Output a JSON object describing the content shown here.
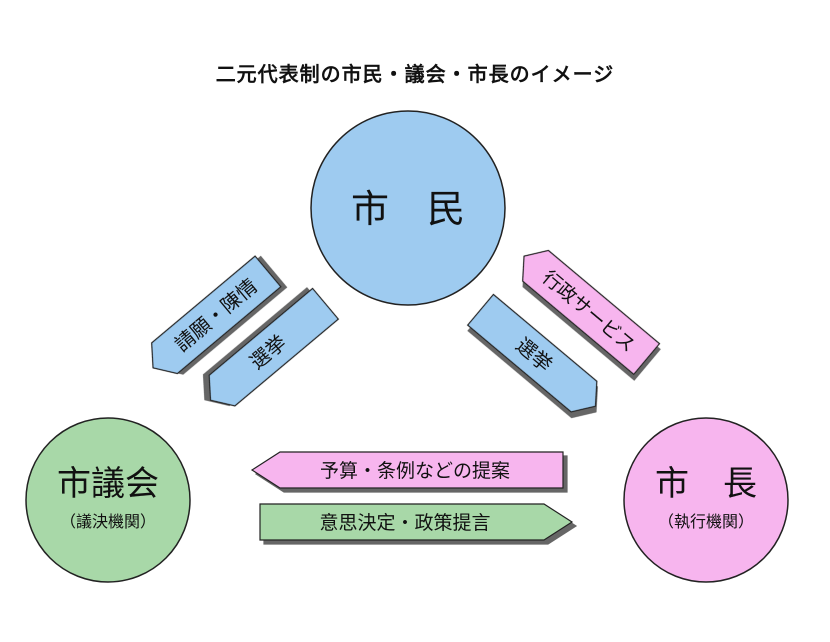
{
  "title": "二元代表制の市民・議会・市長のイメージ",
  "nodes": {
    "citizens": {
      "label": "市　民",
      "color": "#9ecbf0"
    },
    "council": {
      "label": "市議会",
      "sublabel": "（議決機関）",
      "color": "#a8d8a8"
    },
    "mayor": {
      "label": "市　長",
      "sublabel": "（執行機関）",
      "color": "#f7b5ee"
    }
  },
  "arrows": {
    "petition": {
      "label": "請願・陳情",
      "color": "#9ecbf0"
    },
    "election_council": {
      "label": "選挙",
      "color": "#9ecbf0"
    },
    "election_mayor": {
      "label": "選挙",
      "color": "#9ecbf0"
    },
    "admin_services": {
      "label": "行政サービス",
      "color": "#f7b5ee"
    },
    "budget_proposals": {
      "label": "予算・条例などの提案",
      "color": "#f7b5ee"
    },
    "decision_making": {
      "label": "意思決定・政策提言",
      "color": "#a8d8a8"
    }
  }
}
